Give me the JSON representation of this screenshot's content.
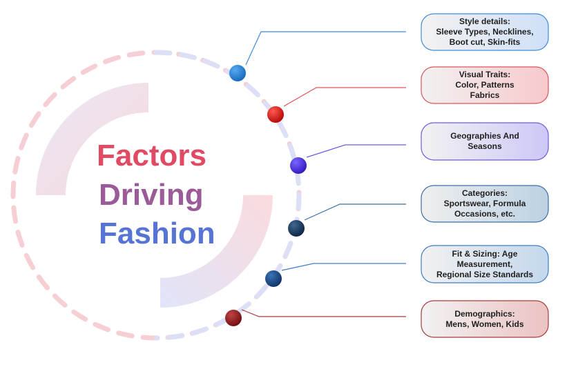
{
  "title": {
    "line1": "Factors",
    "line2": "Driving",
    "line3": "Fashion"
  },
  "factors": [
    {
      "lines": [
        "Style details:",
        "Sleeve Types, Necklines,",
        "Boot cut, Skin-fits"
      ],
      "dot_color": "#1976d2",
      "accent": "#3d8ae0"
    },
    {
      "lines": [
        "Visual Traits:",
        "Color, Patterns",
        "Fabrics"
      ],
      "dot_color": "#d01010",
      "accent": "#e0505a"
    },
    {
      "lines": [
        "Geographies And",
        "Seasons"
      ],
      "dot_color": "#3b22d6",
      "accent": "#6a5be8"
    },
    {
      "lines": [
        "Categories:",
        "Sportswear, Formula",
        "Occasions, etc."
      ],
      "dot_color": "#0f2f55",
      "accent": "#3a6ea8"
    },
    {
      "lines": [
        "Fit & Sizing: Age",
        "Measurement,",
        "Regional Size Standards"
      ],
      "dot_color": "#123c78",
      "accent": "#3d7cc8"
    },
    {
      "lines": [
        "Demographics:",
        "Mens, Women, Kids"
      ],
      "dot_color": "#8b1414",
      "accent": "#a83a3a"
    }
  ]
}
